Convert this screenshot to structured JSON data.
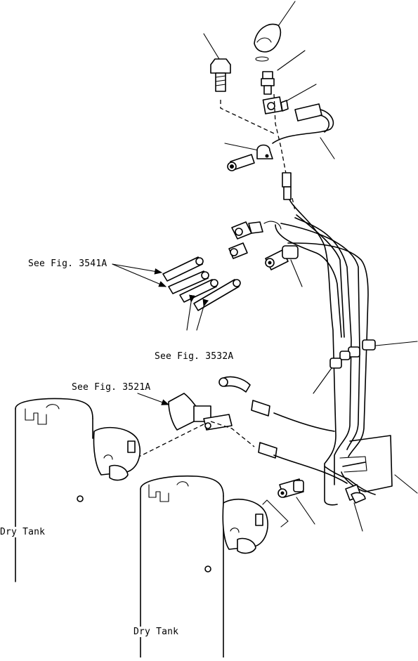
{
  "labels": {
    "see_fig_3541a": "See Fig. 3541A",
    "see_fig_3532a": "See Fig. 3532A",
    "see_fig_3521a": "See Fig. 3521A",
    "dry_tank_left": "Dry Tank",
    "dry_tank_bottom": "Dry Tank"
  }
}
